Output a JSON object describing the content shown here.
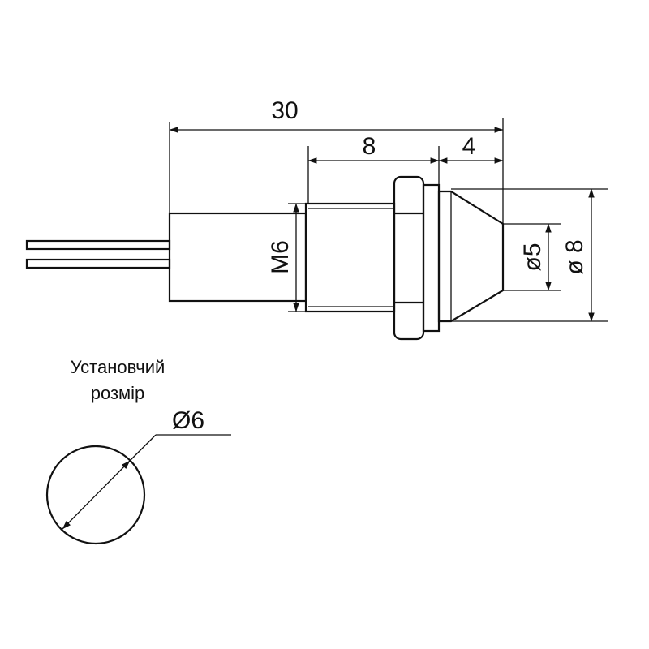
{
  "dimensions": {
    "overall_length": "30",
    "thread_length": "8",
    "lens_length": "4",
    "thread_size": "M6",
    "lens_diameter": "ø5",
    "flange_diameter": "ø 8"
  },
  "mounting": {
    "title_line1": "Установчий",
    "title_line2": "розмір",
    "hole_diameter": "Ø6"
  }
}
